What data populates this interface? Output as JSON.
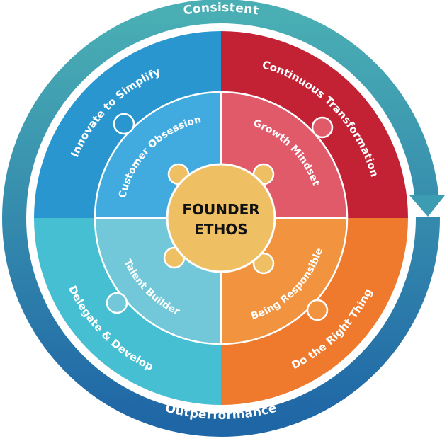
{
  "title": "Founder Ethos",
  "colors": {
    "ring_top": "#4AAFB4",
    "ring_bottom": "#1F66A6",
    "arrow": "#3C9DB2",
    "center": "#EEC063",
    "quadrants": {
      "top_left_outer": "#2996CF",
      "top_left_inner": "#41ABE0",
      "top_right_outer": "#C32235",
      "top_right_inner": "#E05A6A",
      "bottom_left_outer": "#46BFD2",
      "bottom_left_inner": "#72C8D8",
      "bottom_right_outer": "#EF7A2E",
      "bottom_right_inner": "#F2943F"
    }
  },
  "outer_ring": {
    "top_label": "Consistent",
    "bottom_label": "Outperformance"
  },
  "center": {
    "line1": "FOUNDER",
    "line2": "ETHOS"
  },
  "quadrants": [
    {
      "position": "top-left",
      "outer_label": "Innovate to Simplify",
      "inner_label": "Customer Obsession"
    },
    {
      "position": "top-right",
      "outer_label": "Continuous Transformation",
      "inner_label": "Growth Mindset"
    },
    {
      "position": "bottom-left",
      "outer_label": "Delegate & Develop",
      "inner_label": "Talent Builder"
    },
    {
      "position": "bottom-right",
      "outer_label": "Do the Right Thing",
      "inner_label": "Being Responsible"
    }
  ]
}
